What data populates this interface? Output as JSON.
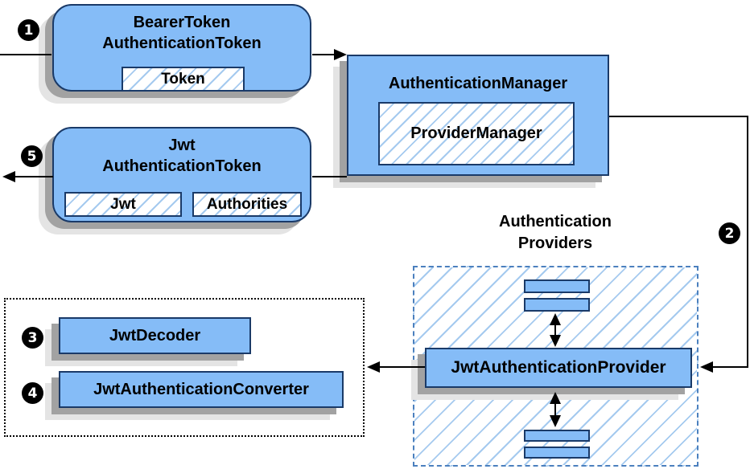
{
  "badges": {
    "step1": "1",
    "step2": "2",
    "step3": "3",
    "step4": "4",
    "step5": "5"
  },
  "nodes": {
    "bearer_token": {
      "title_line1": "BearerToken",
      "title_line2": "AuthenticationToken",
      "field_token": "Token"
    },
    "authentication_manager": {
      "title": "AuthenticationManager",
      "field_provider_manager": "ProviderManager"
    },
    "jwt_authentication_token": {
      "title_line1": "Jwt",
      "title_line2": "AuthenticationToken",
      "field_jwt": "Jwt",
      "field_authorities": "Authorities"
    },
    "authentication_providers_group": {
      "label_line1": "Authentication",
      "label_line2": "Providers"
    },
    "jwt_authentication_provider": {
      "title": "JwtAuthenticationProvider"
    },
    "jwt_decoder": {
      "title": "JwtDecoder"
    },
    "jwt_authentication_converter": {
      "title": "JwtAuthenticationConverter"
    }
  },
  "colors": {
    "node_fill": "#85BCF7",
    "node_border": "#1A3A68",
    "hatch_line": "#A5CAEF",
    "dashed_group_border": "#4B80BE",
    "dotted_group_border": "#000000",
    "shadow_dark": "#A2A2A2",
    "shadow_light": "#E4E4E4",
    "connector": "#000000",
    "badge_bg": "#000000",
    "badge_text": "#FFFFFF"
  }
}
